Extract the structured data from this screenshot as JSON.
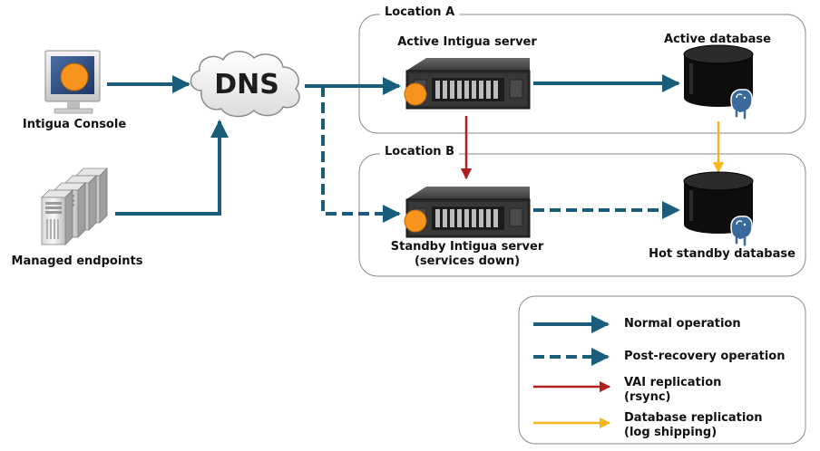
{
  "locations": {
    "a": {
      "title": "Location A"
    },
    "b": {
      "title": "Location B"
    }
  },
  "nodes": {
    "console": {
      "label": "Intigua Console",
      "icon": "monitor-icon"
    },
    "endpoints": {
      "label": "Managed endpoints",
      "icon": "server-stack-icon"
    },
    "dns": {
      "label": "DNS",
      "icon": "cloud-icon"
    },
    "active_server": {
      "label": "Active Intigua server",
      "icon": "rack-server-icon"
    },
    "standby_server": {
      "label_line1": "Standby Intigua server",
      "label_line2": "(services down)",
      "icon": "rack-server-icon"
    },
    "active_db": {
      "label": "Active database",
      "icon": "database-icon"
    },
    "standby_db": {
      "label": "Hot standby database",
      "icon": "database-icon"
    }
  },
  "legend": {
    "normal": "Normal operation",
    "post_recovery": "Post-recovery operation",
    "vai_line1": "VAI replication",
    "vai_line2": "(rsync)",
    "db_line1": "Database replication",
    "db_line2": "(log shipping)"
  },
  "colors": {
    "normal": "#1a5d7a",
    "vai": "#b01e1e",
    "db": "#f5b71c",
    "orange": "#f7941d",
    "box_border": "#8a8a8a"
  }
}
